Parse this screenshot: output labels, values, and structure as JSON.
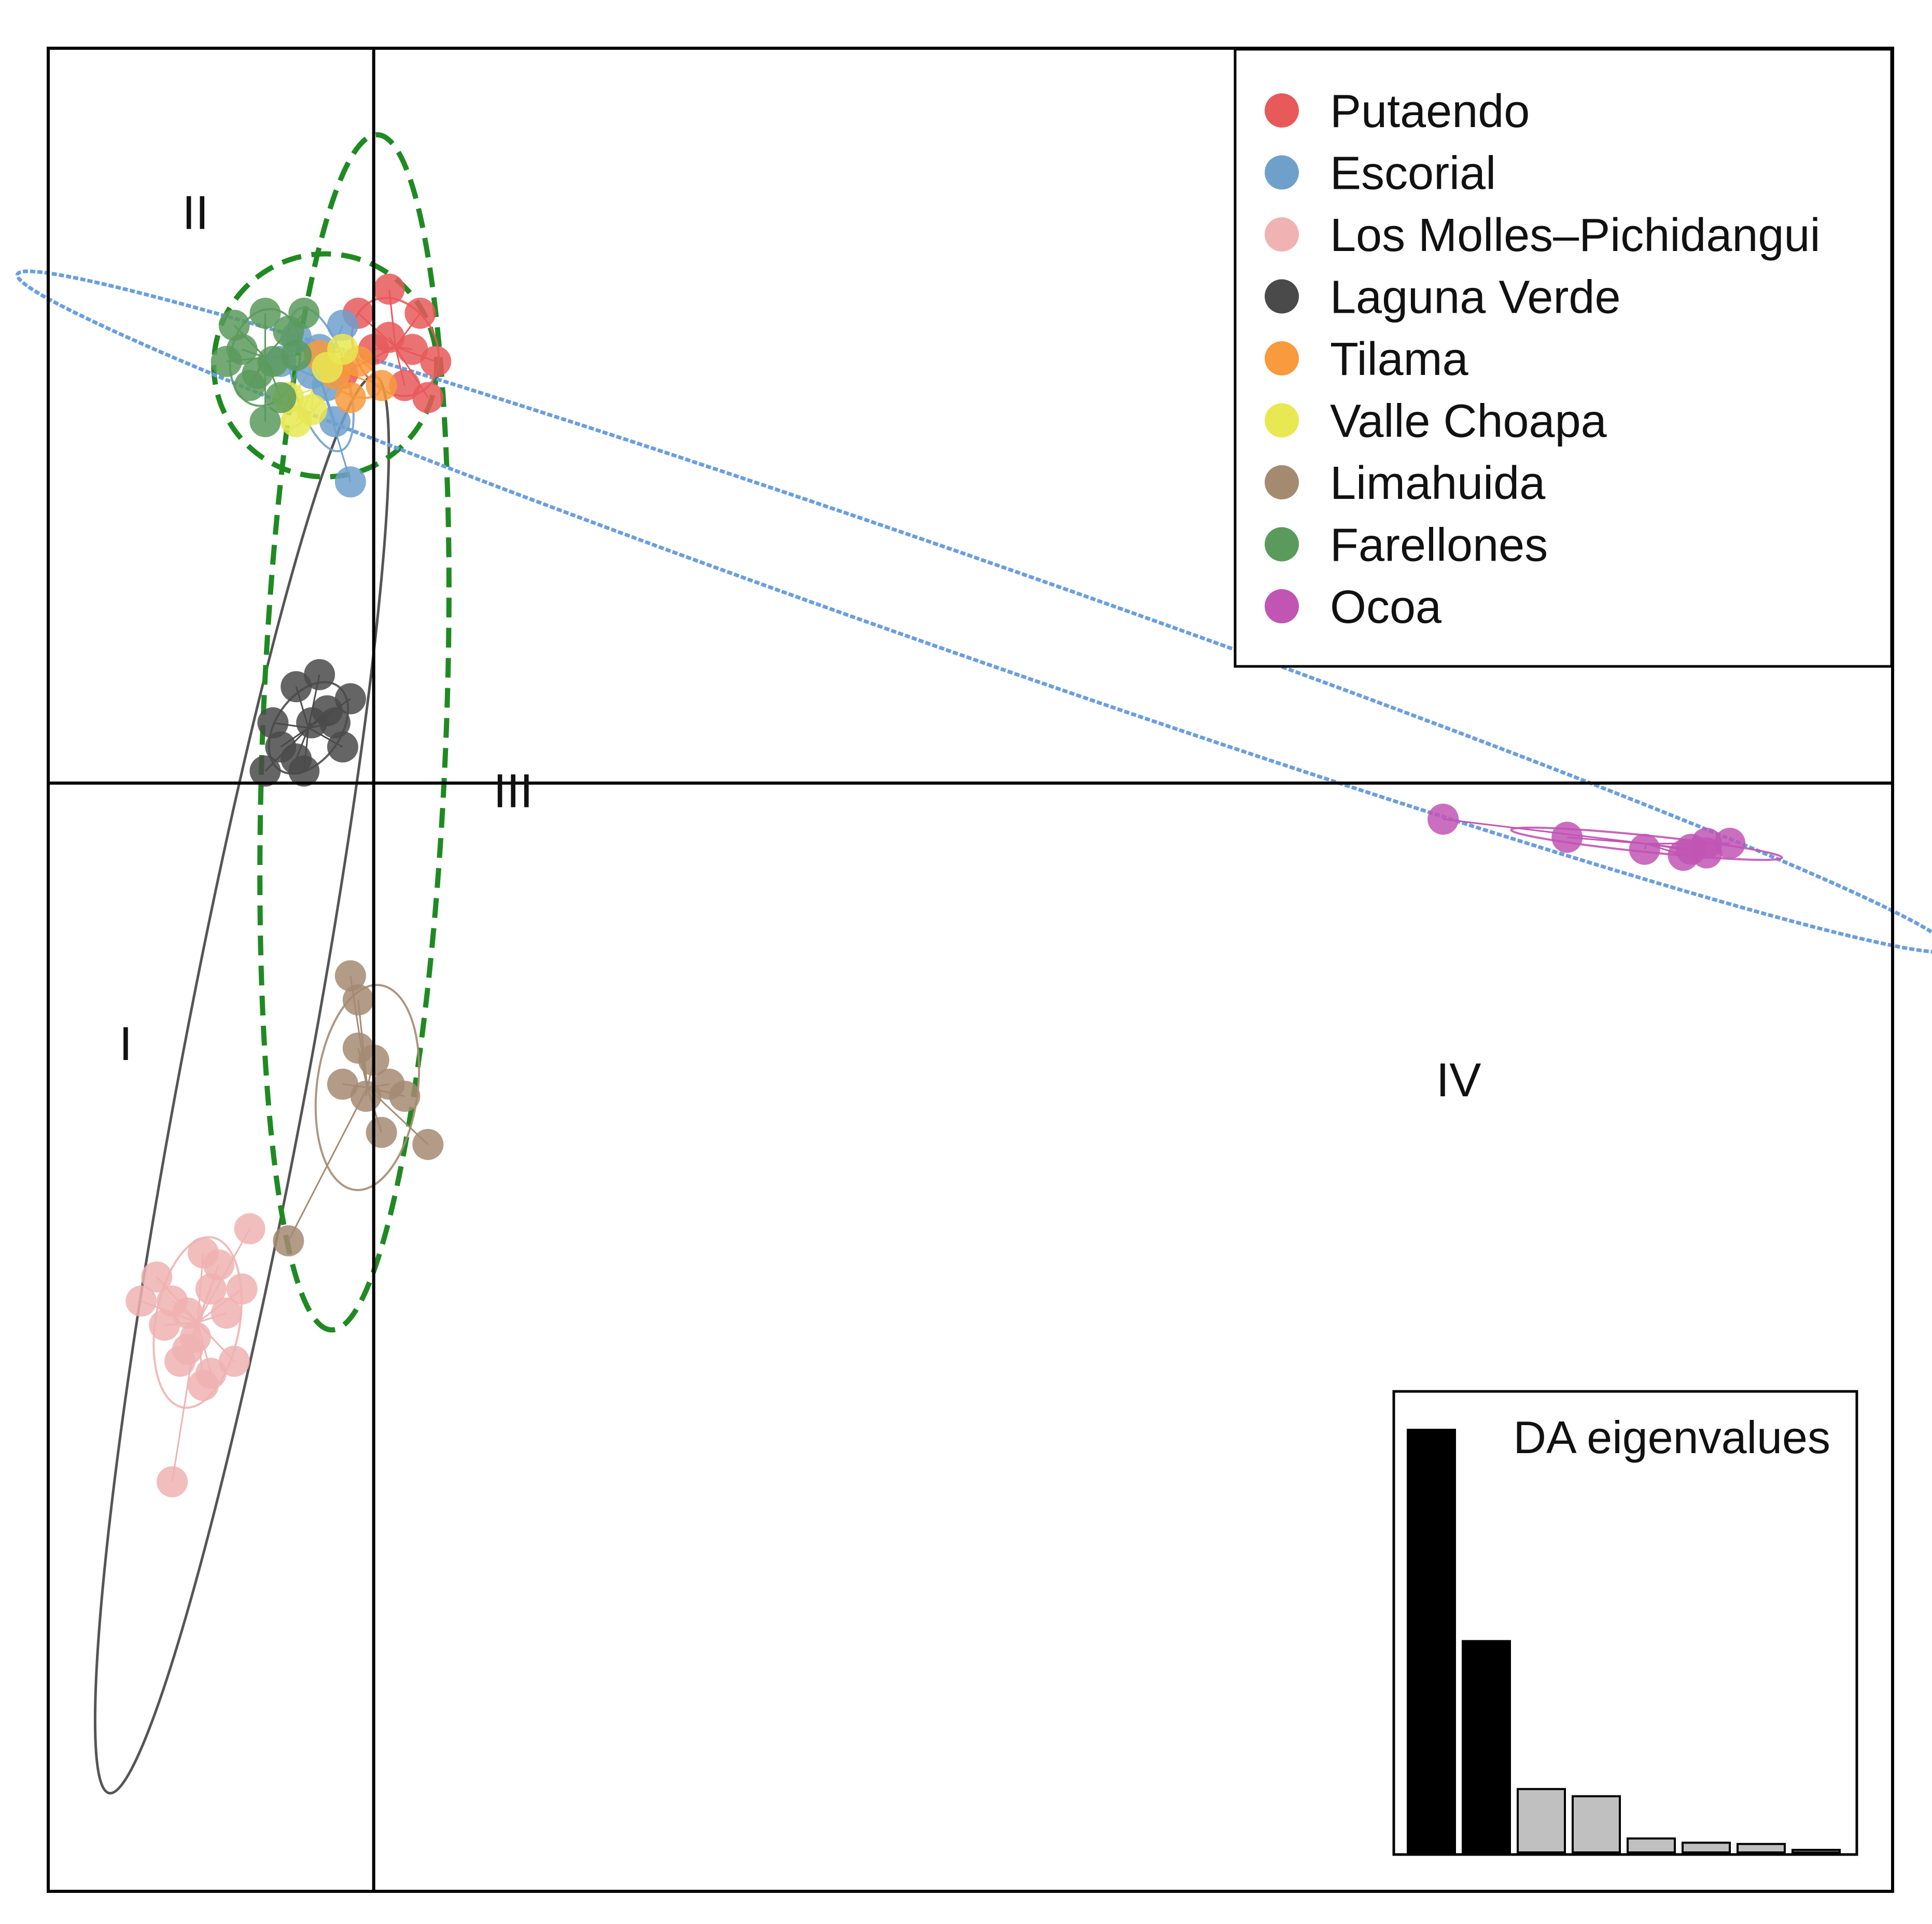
{
  "chart_data": {
    "type": "scatter",
    "axes": {
      "x_origin": 0,
      "y_origin": 0,
      "grid": false,
      "tick_labels": false
    },
    "legend": {
      "position": "top-right",
      "entries": [
        {
          "name": "Putaendo",
          "color": "#e8595a"
        },
        {
          "name": "Escorial",
          "color": "#6fa0cc"
        },
        {
          "name": "Los Molles–Pichidangui",
          "color": "#f0b2b2"
        },
        {
          "name": "Laguna Verde",
          "color": "#4a4a4a"
        },
        {
          "name": "Tilama",
          "color": "#f89a3d"
        },
        {
          "name": "Valle Choapa",
          "color": "#e8e852"
        },
        {
          "name": "Limahuida",
          "color": "#a58a72"
        },
        {
          "name": "Farellones",
          "color": "#5a9a5c"
        },
        {
          "name": "Ocoa",
          "color": "#c155b4"
        }
      ]
    },
    "series": [
      {
        "name": "Putaendo",
        "color": "#e8595a",
        "points": [
          [
            0.1,
            4.1
          ],
          [
            0.3,
            3.9
          ],
          [
            0.4,
            3.5
          ],
          [
            0.2,
            3.3
          ],
          [
            -0.2,
            3.4
          ],
          [
            0.1,
            3.7
          ],
          [
            0.35,
            3.2
          ],
          [
            -0.1,
            3.9
          ],
          [
            0.0,
            3.6
          ],
          [
            0.25,
            3.6
          ]
        ]
      },
      {
        "name": "Escorial",
        "color": "#6fa0cc",
        "points": [
          [
            -0.5,
            3.7
          ],
          [
            -0.4,
            3.4
          ],
          [
            -0.2,
            3.8
          ],
          [
            -0.3,
            3.3
          ],
          [
            -0.15,
            2.5
          ],
          [
            -0.6,
            3.5
          ],
          [
            -0.35,
            3.6
          ],
          [
            -0.25,
            3.0
          ]
        ]
      },
      {
        "name": "Los Molles–Pichidangui",
        "color": "#f0b2b2",
        "points": [
          [
            -1.1,
            -3.9
          ],
          [
            -1.3,
            -4.3
          ],
          [
            -1.15,
            -4.6
          ],
          [
            -1.25,
            -4.8
          ],
          [
            -1.05,
            -4.2
          ],
          [
            -1.35,
            -4.5
          ],
          [
            -1.0,
            -4.0
          ],
          [
            -1.2,
            -4.4
          ],
          [
            -1.1,
            -5.0
          ],
          [
            -0.9,
            -4.8
          ],
          [
            -1.5,
            -4.3
          ],
          [
            -1.3,
            -5.8
          ],
          [
            -1.2,
            -4.7
          ],
          [
            -0.8,
            -3.7
          ],
          [
            -0.95,
            -4.4
          ],
          [
            -1.4,
            -4.1
          ],
          [
            -1.05,
            -4.9
          ],
          [
            -0.85,
            -4.2
          ]
        ]
      },
      {
        "name": "Laguna Verde",
        "color": "#4a4a4a",
        "points": [
          [
            -0.6,
            0.3
          ],
          [
            -0.4,
            0.5
          ],
          [
            -0.5,
            0.8
          ],
          [
            -0.3,
            0.6
          ],
          [
            -0.2,
            0.3
          ],
          [
            -0.7,
            0.1
          ],
          [
            -0.45,
            0.1
          ],
          [
            -0.35,
            0.9
          ],
          [
            -0.25,
            0.5
          ],
          [
            -0.15,
            0.7
          ],
          [
            -0.65,
            0.5
          ],
          [
            -0.5,
            0.2
          ]
        ]
      },
      {
        "name": "Tilama",
        "color": "#f89a3d",
        "points": [
          [
            -0.1,
            3.5
          ],
          [
            -0.25,
            3.4
          ],
          [
            0.05,
            3.3
          ],
          [
            -0.35,
            3.55
          ],
          [
            -0.15,
            3.2
          ]
        ]
      },
      {
        "name": "Valle Choapa",
        "color": "#e8e852",
        "points": [
          [
            -0.55,
            3.2
          ],
          [
            -0.4,
            3.1
          ],
          [
            -0.2,
            3.6
          ],
          [
            -0.5,
            3.0
          ],
          [
            -0.3,
            3.45
          ]
        ]
      },
      {
        "name": "Limahuida",
        "color": "#a58a72",
        "points": [
          [
            -0.15,
            -1.6
          ],
          [
            -0.1,
            -1.8
          ],
          [
            0.0,
            -2.3
          ],
          [
            -0.05,
            -2.6
          ],
          [
            0.1,
            -2.5
          ],
          [
            0.35,
            -3.0
          ],
          [
            -0.55,
            -3.8
          ],
          [
            -0.1,
            -2.2
          ],
          [
            0.05,
            -2.9
          ],
          [
            -0.2,
            -2.5
          ],
          [
            0.2,
            -2.6
          ]
        ]
      },
      {
        "name": "Farellones",
        "color": "#5a9a5c",
        "points": [
          [
            -0.7,
            3.9
          ],
          [
            -0.85,
            3.6
          ],
          [
            -0.8,
            3.3
          ],
          [
            -0.65,
            3.5
          ],
          [
            -0.55,
            3.75
          ],
          [
            -0.9,
            3.8
          ],
          [
            -0.75,
            3.4
          ],
          [
            -0.6,
            3.2
          ],
          [
            -0.45,
            3.9
          ],
          [
            -0.7,
            3.0
          ],
          [
            -0.95,
            3.5
          ],
          [
            -0.5,
            3.55
          ]
        ]
      },
      {
        "name": "Ocoa",
        "color": "#c155b4",
        "points": [
          [
            6.9,
            -0.3
          ],
          [
            7.7,
            -0.45
          ],
          [
            8.2,
            -0.55
          ],
          [
            8.5,
            -0.55
          ],
          [
            8.6,
            -0.5
          ],
          [
            8.6,
            -0.58
          ],
          [
            8.45,
            -0.6
          ],
          [
            8.75,
            -0.5
          ]
        ]
      }
    ],
    "group_labels": [
      {
        "text": "I",
        "x": -1.6,
        "y": -2.3
      },
      {
        "text": "II",
        "x": -1.15,
        "y": 4.6
      },
      {
        "text": "III",
        "x": 0.9,
        "y": -0.2
      },
      {
        "text": "IV",
        "x": 7.0,
        "y": -2.6
      }
    ],
    "inset": {
      "type": "bar",
      "title": "DA eigenvalues",
      "position": "bottom-right",
      "values": [
        100,
        50,
        15,
        13.3,
        3.3,
        2.3,
        2,
        0.6
      ],
      "retained": [
        true,
        true,
        false,
        false,
        false,
        false,
        false,
        false
      ],
      "colors": {
        "retained": "#000000",
        "other": "#c0c0c0"
      }
    }
  }
}
